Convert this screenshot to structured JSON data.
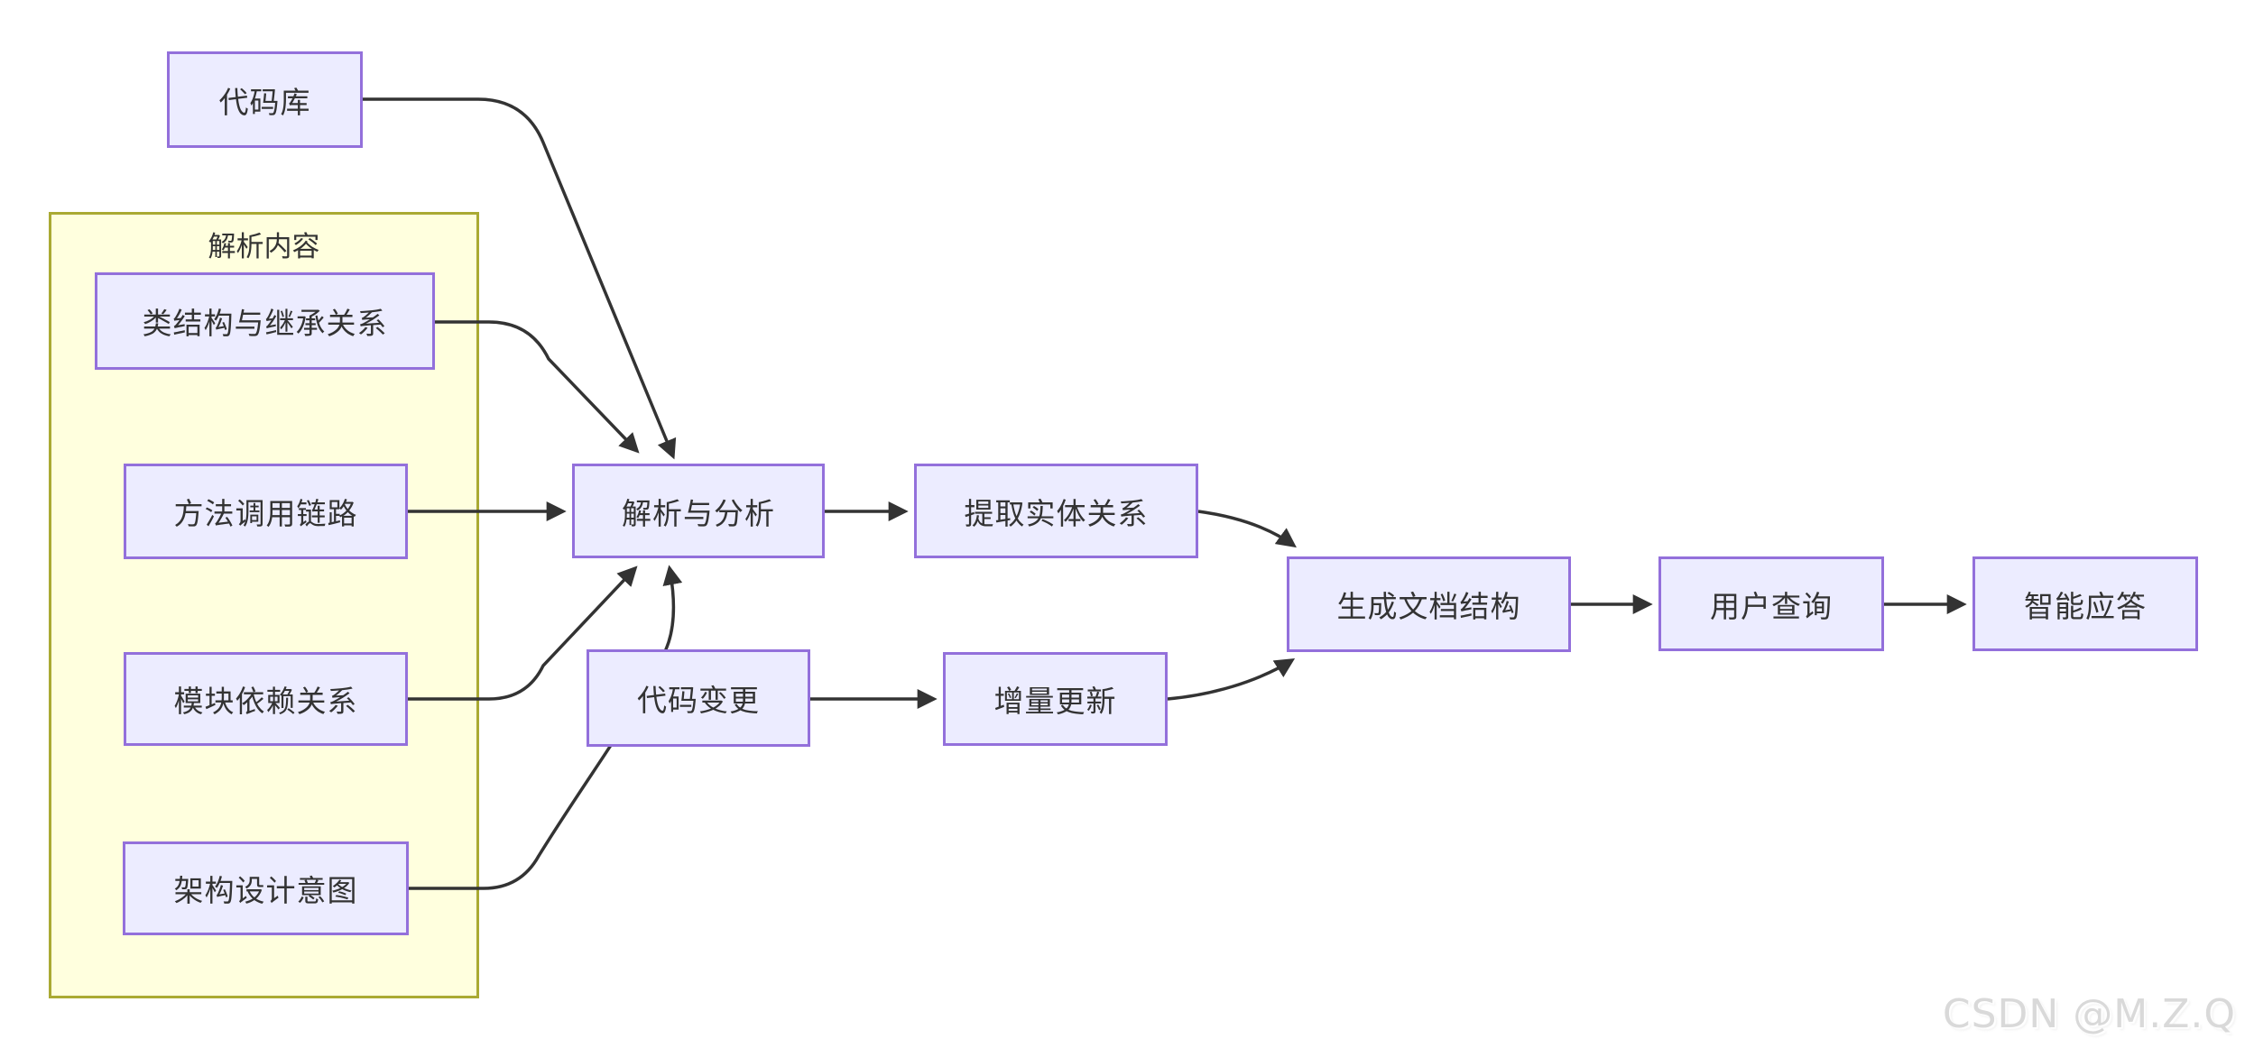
{
  "diagram": {
    "background_color": "#FFFFFF",
    "node_fill_color": "#ECECFF",
    "node_border_color": "#9370DB",
    "edge_color": "#333333",
    "text_color": "#333333",
    "subgraph": {
      "label": "解析内容",
      "fill_color": "#FFFFDE",
      "border_color": "#AAAA33"
    },
    "nodes": {
      "repo": {
        "label": "代码库"
      },
      "class_structure": {
        "label": "类结构与继承关系"
      },
      "method_chain": {
        "label": "方法调用链路"
      },
      "module_deps": {
        "label": "模块依赖关系"
      },
      "arch_intent": {
        "label": "架构设计意图"
      },
      "parse_analyze": {
        "label": "解析与分析"
      },
      "extract_entities": {
        "label": "提取实体关系"
      },
      "code_change": {
        "label": "代码变更"
      },
      "incremental_update": {
        "label": "增量更新"
      },
      "gen_doc": {
        "label": "生成文档结构"
      },
      "user_query": {
        "label": "用户查询"
      },
      "smart_answer": {
        "label": "智能应答"
      }
    },
    "edges": [
      {
        "from": "代码库",
        "to": "解析与分析"
      },
      {
        "from": "类结构与继承关系",
        "to": "解析与分析"
      },
      {
        "from": "方法调用链路",
        "to": "解析与分析"
      },
      {
        "from": "模块依赖关系",
        "to": "解析与分析"
      },
      {
        "from": "架构设计意图",
        "to": "解析与分析"
      },
      {
        "from": "解析与分析",
        "to": "提取实体关系"
      },
      {
        "from": "提取实体关系",
        "to": "生成文档结构"
      },
      {
        "from": "代码变更",
        "to": "增量更新"
      },
      {
        "from": "增量更新",
        "to": "生成文档结构"
      },
      {
        "from": "生成文档结构",
        "to": "用户查询"
      },
      {
        "from": "用户查询",
        "to": "智能应答"
      }
    ]
  },
  "watermark": {
    "text": "CSDN @M.Z.Q"
  }
}
